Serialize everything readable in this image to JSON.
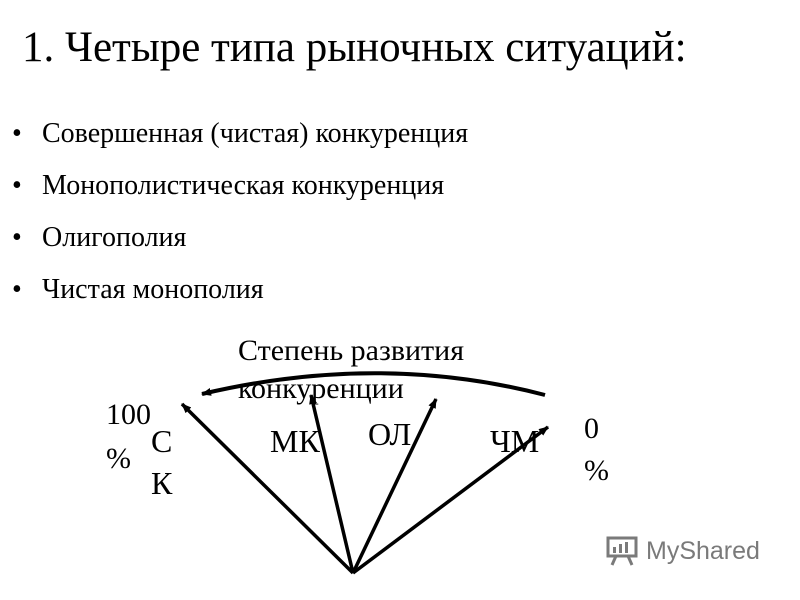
{
  "slide": {
    "title": "1. Четыре типа рыночных ситуаций:",
    "bullets": [
      "Совершенная (чистая) конкуренция",
      "Монополистическая конкуренция",
      "Олигополия",
      "Чистая монополия"
    ]
  },
  "diagram": {
    "arc_label_line1": "Степень развития",
    "arc_label_line2": "конкуренции",
    "left_value": [
      "100",
      "%"
    ],
    "right_value": [
      "0",
      "%"
    ],
    "arrows": [
      {
        "label": [
          "С",
          "К"
        ]
      },
      {
        "label": [
          "МК"
        ]
      },
      {
        "label": [
          "ОЛ"
        ]
      },
      {
        "label": [
          "ЧМ"
        ]
      }
    ]
  },
  "watermark": {
    "text": "MyShared",
    "icon": "presentation-board-icon"
  },
  "colors": {
    "text": "#000000",
    "background": "#ffffff",
    "watermark": "#7a7a7a"
  }
}
